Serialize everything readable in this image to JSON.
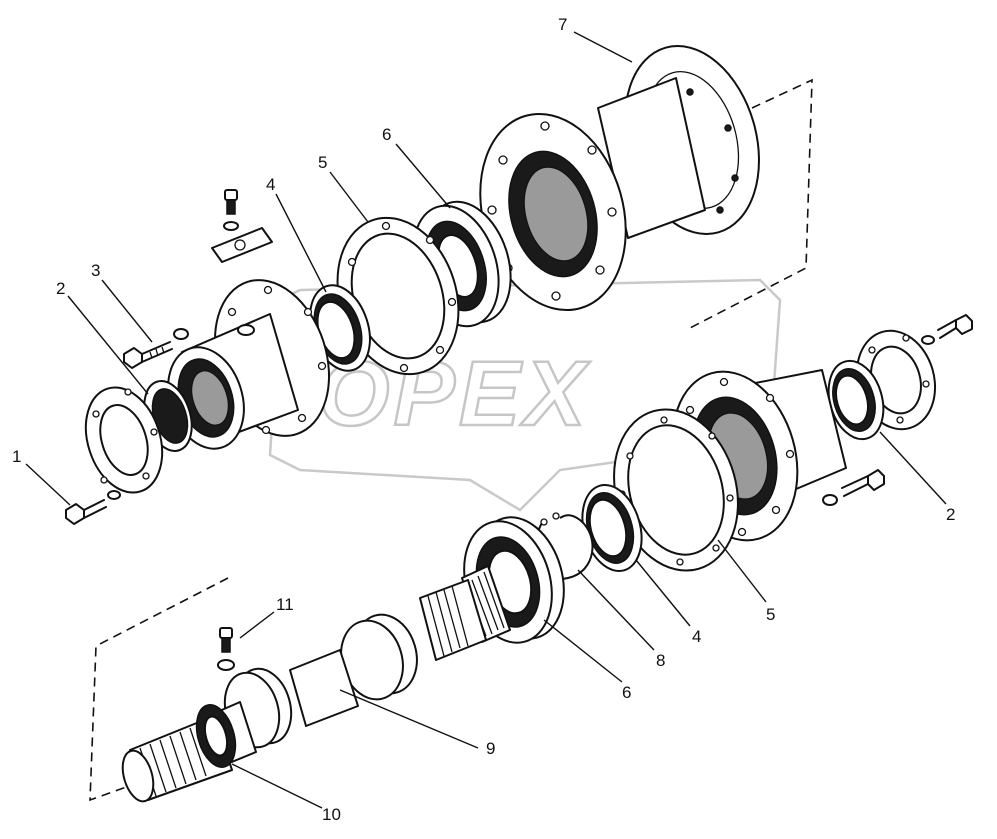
{
  "watermark": {
    "text": "OPEX"
  },
  "callouts": [
    {
      "id": "c1",
      "label": "1"
    },
    {
      "id": "c2a",
      "label": "2"
    },
    {
      "id": "c3",
      "label": "3"
    },
    {
      "id": "c4a",
      "label": "4"
    },
    {
      "id": "c5a",
      "label": "5"
    },
    {
      "id": "c6a",
      "label": "6"
    },
    {
      "id": "c7",
      "label": "7"
    },
    {
      "id": "c2b",
      "label": "2"
    },
    {
      "id": "c5b",
      "label": "5"
    },
    {
      "id": "c4b",
      "label": "4"
    },
    {
      "id": "c8",
      "label": "8"
    },
    {
      "id": "c6b",
      "label": "6"
    },
    {
      "id": "c11",
      "label": "11"
    },
    {
      "id": "c9",
      "label": "9"
    },
    {
      "id": "c10",
      "label": "10"
    }
  ]
}
